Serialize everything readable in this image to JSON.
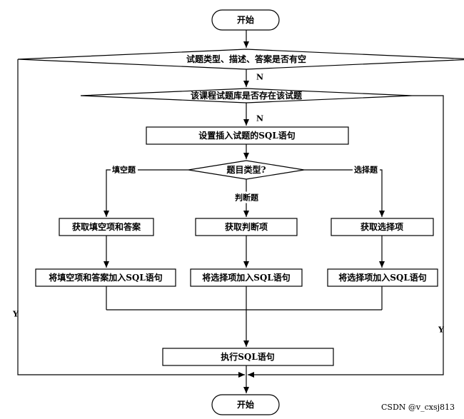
{
  "nodes": {
    "start": "开始",
    "cond_fields": "试题类型、描述、答案是否有空",
    "cond_exists": "该课程试题库是否存在该试题",
    "set_sql": "设置插入试题的SQL语句",
    "type_q": "题目类型?",
    "get_blank": "获取填空项和答案",
    "get_judge": "获取判断项",
    "get_choice": "获取选择项",
    "add_blank": "将填空项和答案加入SQL语句",
    "add_judge": "将选择项加入SQL语句",
    "add_choice": "将选择项加入SQL语句",
    "exec_sql": "执行SQL语句",
    "end": "开始"
  },
  "labels": {
    "n1": "N",
    "n2": "N",
    "y_left": "Y",
    "y_right": "Y",
    "branch_blank": "填空题",
    "branch_judge": "判断题",
    "branch_choice": "选择题"
  },
  "watermark": "CSDN @v_cxsj813"
}
